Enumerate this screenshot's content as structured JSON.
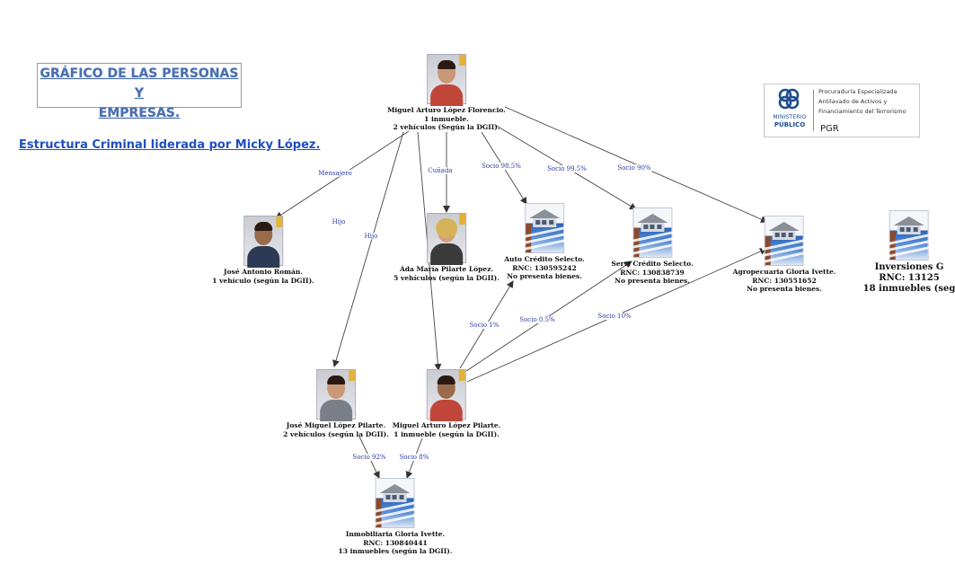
{
  "title": {
    "line1": "GRÁFICO DE LAS PERSONAS Y",
    "line2": "EMPRESAS."
  },
  "subtitle": "Estructura Criminal liderada por Micky López.",
  "logo": {
    "org_line1": "MINISTERIO",
    "org_line2": "PÚBLICO",
    "text1": "Procuraduría Especializada",
    "text2": "Antilavado de Activos y",
    "text3": "Financiamiento del Terrorismo",
    "pgr": "PGR",
    "accent": "#1e4b8c"
  },
  "colors": {
    "relation_label": "#2d3aa6",
    "subtitle_link": "#1f4fc0",
    "title": "#4a6fb0"
  },
  "nodes": [
    {
      "id": "miguel_florencio",
      "kind": "person",
      "variant": "red pale",
      "lines": [
        "Miguel Arturo López Florencio.",
        "1 inmueble.",
        "2 vehículos (Según la DGII)."
      ]
    },
    {
      "id": "jose_antonio",
      "kind": "person",
      "variant": "dark",
      "lines": [
        "José Antonio Román.",
        "1 vehículo (según la DGII)."
      ]
    },
    {
      "id": "ada_maria",
      "kind": "person",
      "variant": "female",
      "lines": [
        "Ada María Pilarte López.",
        "5 vehículos (según la DGII)."
      ]
    },
    {
      "id": "auto_credito",
      "kind": "company",
      "lines": [
        "Auto Crédito Selecto.",
        "RNC: 130595242",
        "No presenta bienes."
      ]
    },
    {
      "id": "servi_credito",
      "kind": "company",
      "lines": [
        "Servi Crédito Selecto.",
        "RNC: 130838739",
        "No presenta bienes."
      ]
    },
    {
      "id": "agropecuaria",
      "kind": "company",
      "lines": [
        "Agropecuaria Gloria Ivette.",
        "RNC: 130551652",
        "No presenta bienes."
      ]
    },
    {
      "id": "inversiones",
      "kind": "company",
      "large": true,
      "lines": [
        "Inversiones G",
        "RNC: 13125",
        "18 inmuebles (seg"
      ]
    },
    {
      "id": "jose_miguel",
      "kind": "person",
      "variant": "pale",
      "lines": [
        "José Miguel López Pilarte.",
        "2 vehículos (según la DGII)."
      ]
    },
    {
      "id": "miguel_pilarte",
      "kind": "person",
      "variant": "red",
      "lines": [
        "Miguel Arturo López Pilarte.",
        "1 inmueble (según la DGII)."
      ]
    },
    {
      "id": "inmobiliaria",
      "kind": "company",
      "lines": [
        "Inmobiliaria Gloria Ivette.",
        "RNC: 130840441",
        "13 inmuebles (según la DGII)."
      ]
    }
  ],
  "edges": [
    {
      "from": "miguel_florencio",
      "to": "jose_antonio",
      "label": "Mensajero"
    },
    {
      "from": "miguel_florencio",
      "to": "jose_miguel",
      "label": "Hijo"
    },
    {
      "from": "miguel_florencio",
      "to": "miguel_pilarte",
      "label": "Hijo"
    },
    {
      "from": "miguel_florencio",
      "to": "ada_maria",
      "label": "Cuñada"
    },
    {
      "from": "miguel_florencio",
      "to": "auto_credito",
      "label": "Socio 98.5%"
    },
    {
      "from": "miguel_florencio",
      "to": "servi_credito",
      "label": "Socio 99.5%"
    },
    {
      "from": "miguel_florencio",
      "to": "agropecuaria",
      "label": "Socio 90%"
    },
    {
      "from": "miguel_pilarte",
      "to": "auto_credito",
      "label": "Socio 1%"
    },
    {
      "from": "miguel_pilarte",
      "to": "servi_credito",
      "label": "Socio 0.5%"
    },
    {
      "from": "miguel_pilarte",
      "to": "agropecuaria",
      "label": "Socio 10%"
    },
    {
      "from": "jose_miguel",
      "to": "inmobiliaria",
      "label": "Socio 92%"
    },
    {
      "from": "miguel_pilarte",
      "to": "inmobiliaria",
      "label": "Socio 8%"
    }
  ]
}
